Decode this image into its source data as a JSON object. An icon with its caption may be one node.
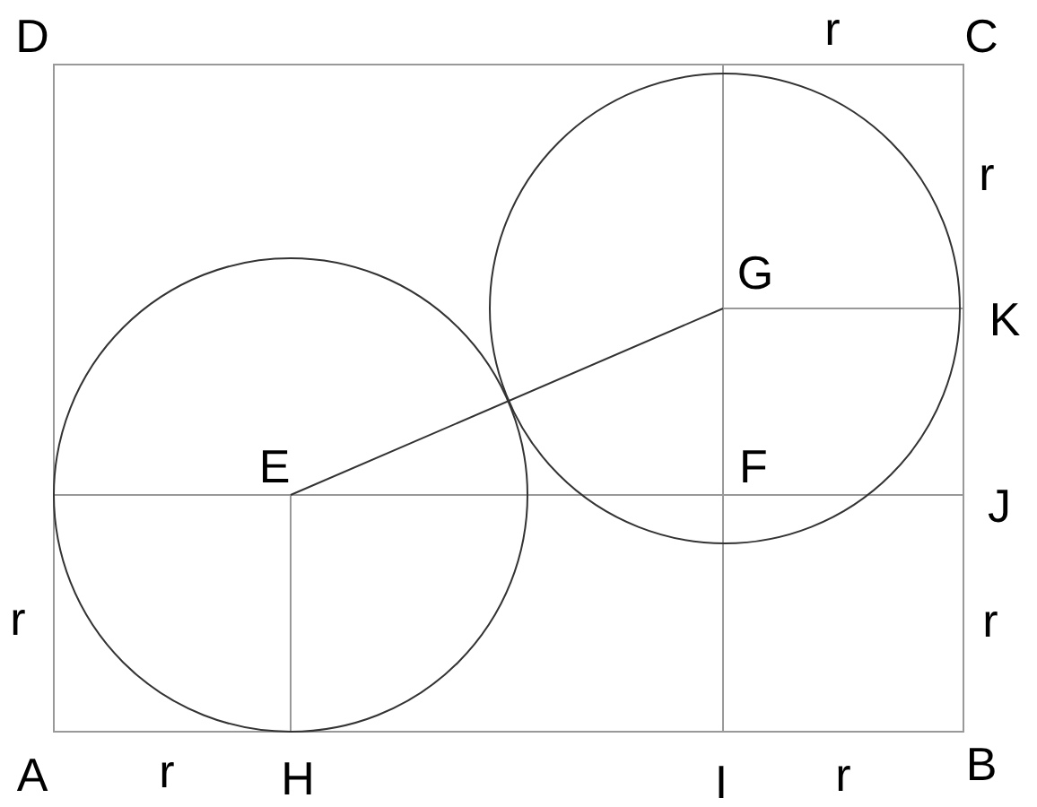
{
  "diagram": {
    "labels": [
      "D",
      "r",
      "C",
      "r",
      "G",
      "K",
      "E",
      "F",
      "J",
      "r",
      "r",
      "A",
      "r",
      "H",
      "I",
      "r",
      "B"
    ]
  }
}
